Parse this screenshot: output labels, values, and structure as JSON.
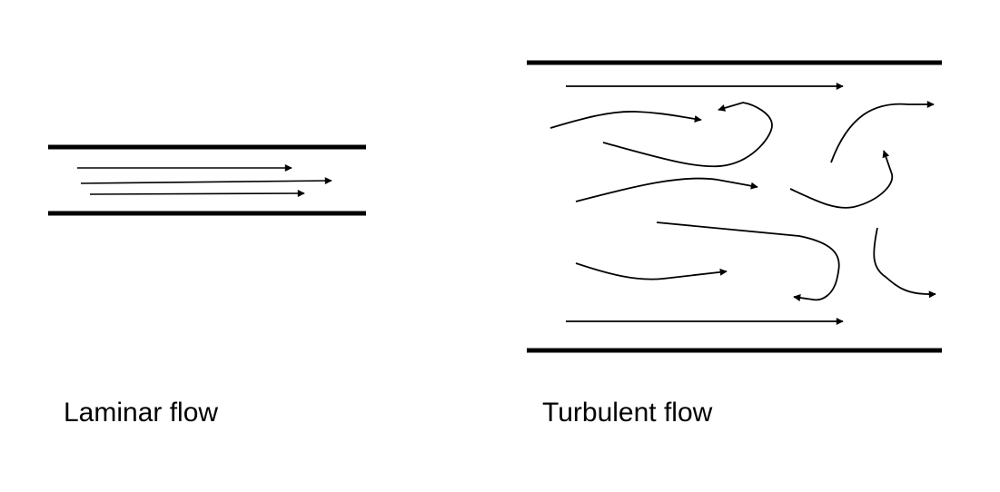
{
  "diagram": {
    "laminar": {
      "label": "Laminar flow",
      "arrow_count": 3
    },
    "turbulent": {
      "label": "Turbulent flow",
      "arrow_count": 10
    },
    "colors": {
      "stroke": "#000000",
      "background": "#ffffff"
    }
  }
}
